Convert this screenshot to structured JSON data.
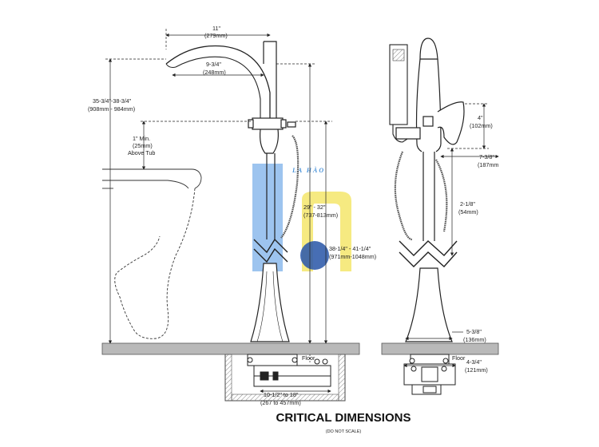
{
  "watermark": {
    "text": "LA HÀO",
    "colors": {
      "blue": "#4a90e2",
      "yellow": "#f2e14a",
      "navy": "#1f4fa6"
    }
  },
  "front_view": {
    "dims": {
      "top_width": "11\"",
      "top_width_mm": "(279mm)",
      "spout_reach": "9-3/4\"",
      "spout_reach_mm": "(248mm)",
      "overall_height": "35-3/4\"-38-3/4\"",
      "overall_height_mm": "(908mm - 984mm)",
      "above_tub_1": "1\" Min.",
      "above_tub_2": "(25mm)",
      "above_tub_3": "Above Tub",
      "spout_height": "29\" - 32\"",
      "spout_height_mm": "(737-813mm)",
      "handle_height": "38-1/4\" - 41-1/4\"",
      "handle_height_mm": "(971mm-1048mm)",
      "floor": "Floor",
      "rough_in": "10-1/2\" to 18\"",
      "rough_in_mm": "(267 to 457mm)"
    }
  },
  "side_view": {
    "dims": {
      "handle_4": "4\"",
      "handle_4_mm": "(102mm)",
      "d_7_3_8": "7-3/8\"",
      "d_7_3_8_mm": "(187mm",
      "d_2_1_8": "2-1/8\"",
      "d_2_1_8_mm": "(54mm)",
      "d_5_3_8": "5-3/8\"",
      "d_5_3_8_mm": "(136mm)",
      "floor": "Floor",
      "d_4_3_4": "4-3/4\"",
      "d_4_3_4_mm": "(121mm)"
    }
  },
  "title": "CRITICAL DIMENSIONS",
  "subtitle": "(DO NOT SCALE)"
}
